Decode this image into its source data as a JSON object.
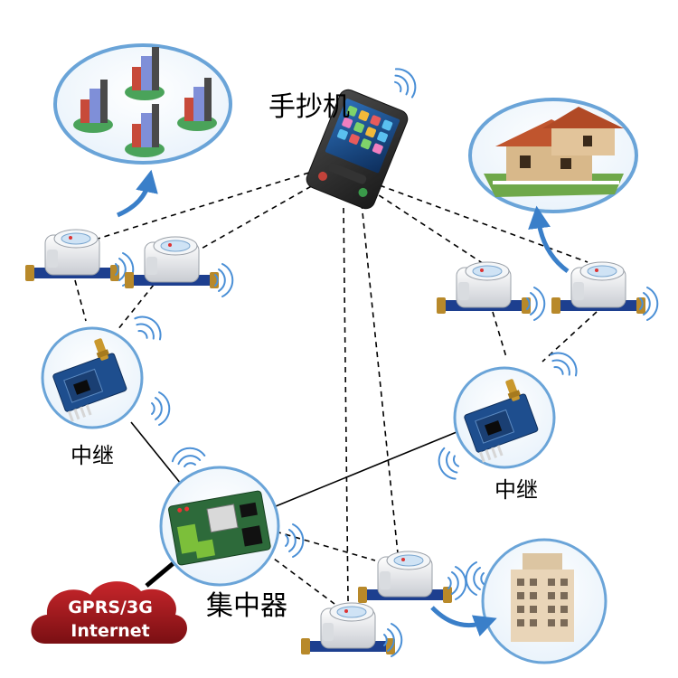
{
  "handheld": {
    "label": "手抄机"
  },
  "relay_left": {
    "label": "中继"
  },
  "relay_right": {
    "label": "中继"
  },
  "concentrator": {
    "label": "集中器"
  },
  "network": {
    "line1": "GPRS/3G",
    "line2": "Internet"
  },
  "colors": {
    "circle_border": "#6aa4d8",
    "arrow": "#3a7fc9",
    "cloud": "#a5181d",
    "board_blue": "#1e4e8e",
    "board_green": "#3c7a3a",
    "meter_body": "#e8e8ea",
    "meter_pipe": "#1d3f8f",
    "connector_brass": "#b8892a"
  }
}
